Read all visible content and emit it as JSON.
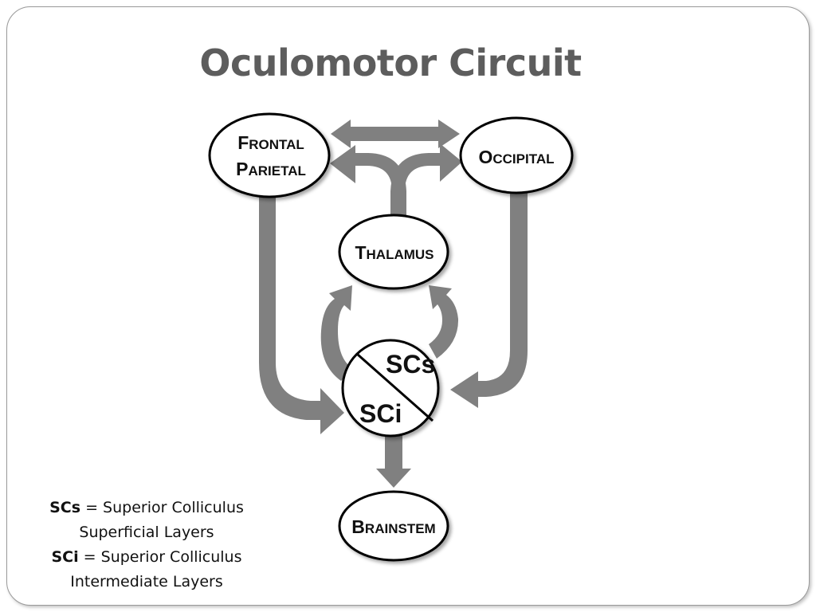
{
  "title": "Oculomotor Circuit",
  "nodes": {
    "frontal_parietal": {
      "line1_big": "F",
      "line1_small": "RONTAL",
      "line2_big": "P",
      "line2_small": "ARIETAL"
    },
    "occipital": {
      "big": "O",
      "small": "CCIPITAL"
    },
    "thalamus": {
      "big": "T",
      "small": "HALAMUS"
    },
    "sc_superficial": "SCs",
    "sc_intermediate": "SCi",
    "brainstem": {
      "big": "B",
      "small": "RAINSTEM"
    }
  },
  "legend": {
    "scs_abbr": "SCs",
    "scs_def_1": " = Superior Colliculus",
    "scs_def_2": "Superficial Layers",
    "sci_abbr": "SCi",
    "sci_def_1": " = Superior Colliculus",
    "sci_def_2": "Intermediate Layers"
  },
  "colors": {
    "arrow": "#808080",
    "title": "#5d5d5d",
    "node_fill": "#ffffff",
    "node_stroke": "#000000"
  }
}
